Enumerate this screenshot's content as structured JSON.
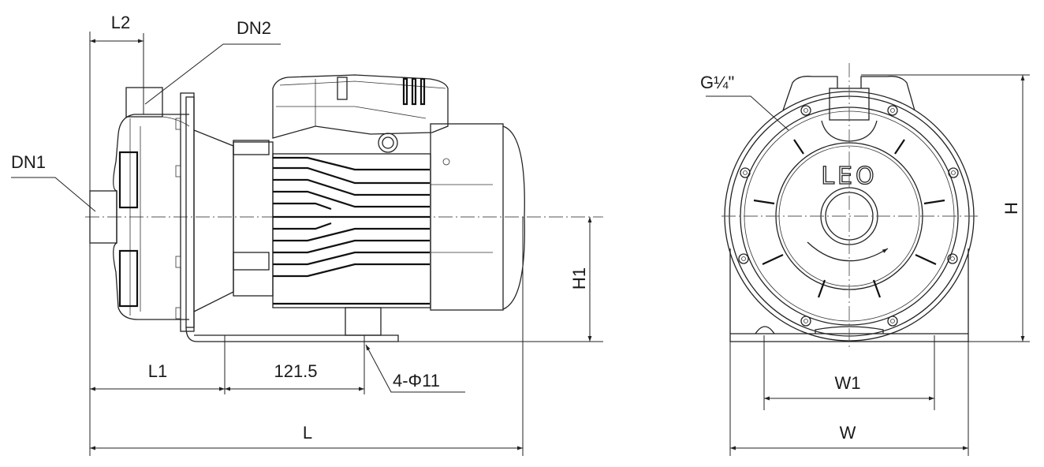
{
  "drawing": {
    "side_view": {
      "labels": {
        "l2": "L2",
        "dn2": "DN2",
        "dn1": "DN1",
        "h1": "H1",
        "l1": "L1",
        "spacing": "121.5",
        "holes": "4-Φ11",
        "l": "L"
      }
    },
    "front_view": {
      "labels": {
        "plug": "G¼\"",
        "h": "H",
        "w1": "W1",
        "w": "W"
      },
      "logo": "LEO"
    }
  }
}
